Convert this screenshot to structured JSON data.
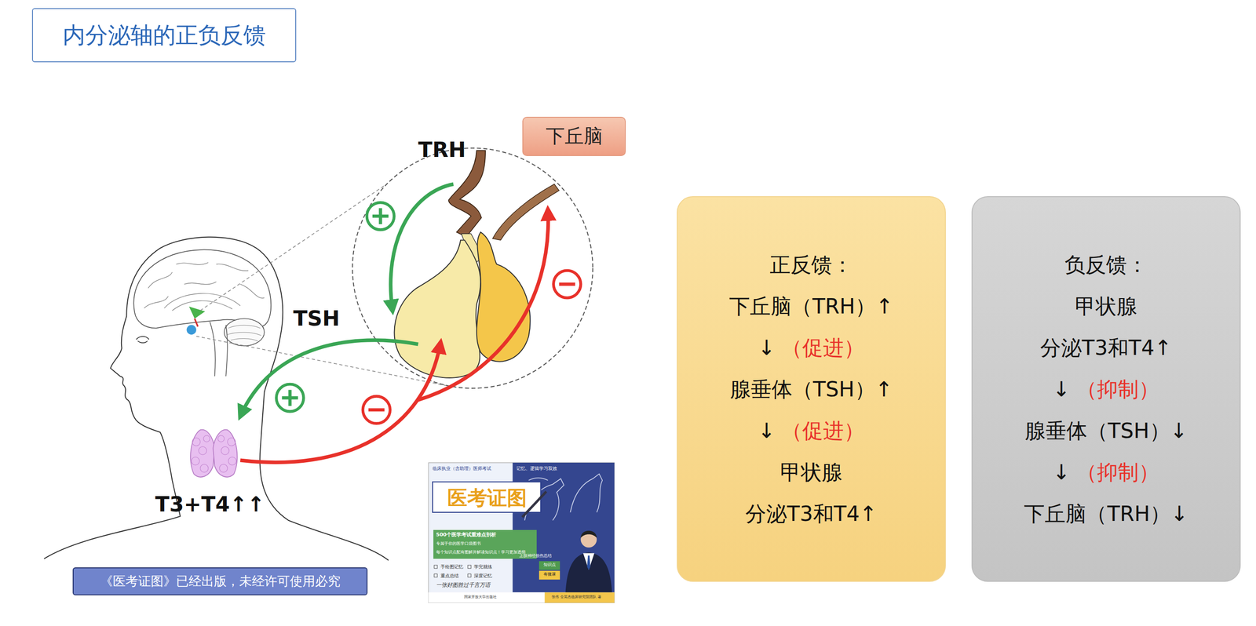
{
  "diagram": {
    "title": "内分泌轴的正负反馈",
    "nodes": [
      {
        "text": [
          "下丘脑"
        ]
      },
      {
        "text": [
          "正反馈：",
          "下丘脑（TRH）↑",
          "↓",
          "（促进）",
          "腺垂体（TSH）↑",
          "↓",
          "（促进）",
          "甲状腺",
          "分泌T3和T4↑"
        ]
      },
      {
        "text": [
          "负反馈：",
          "甲状腺",
          "分泌T3和T4↑",
          "↓",
          "（抑制）",
          "腺垂体（TSH）↓",
          "↓",
          "（抑制）",
          "下丘脑（TRH）↓"
        ]
      },
      {
        "text": [
          "《医考证图》已经出版，未经许可使用必究"
        ]
      }
    ],
    "labels": [
      "TRH",
      "TSH",
      "T3+T4↑↑",
      "临床执业（含助理）医师考试",
      "记忆、逻辑学习双效",
      "医考证图",
      "500个医学考试重难点剖析",
      "专属于你的医学口袋图书",
      "每个知识点配有图解并解读知识点！学习更加透彻",
      "手绘图记忆",
      "学完就练",
      "重点总结",
      "深度记忆",
      "一张好图胜过千言万语",
      "上肢神经损伤总结",
      "知识点",
      "有微课",
      "国家开放大学出版社",
      "张伟 金英杰临床研究院团队 著"
    ]
  }
}
